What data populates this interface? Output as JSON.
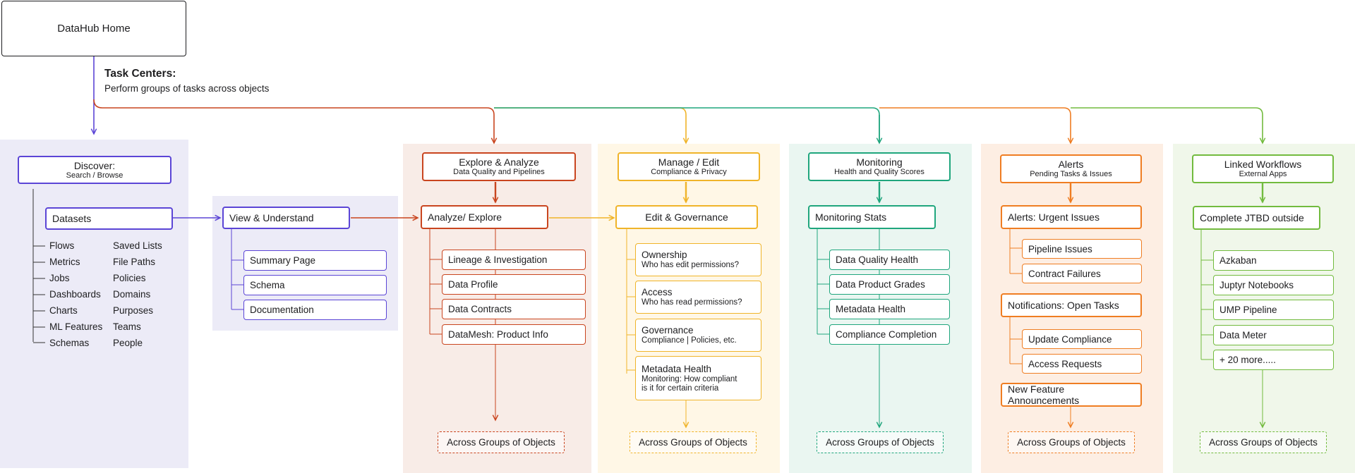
{
  "colors": {
    "discover": "#5b45d6",
    "explore": "#c9451f",
    "manage": "#f0b429",
    "monitoring": "#1fa67d",
    "alerts": "#ef7d22",
    "linked": "#72bb3e",
    "discover_bg": "#ecebf7",
    "explore_bg": "#f8ece7",
    "manage_bg": "#fff7e6",
    "monitoring_bg": "#eaf6f1",
    "alerts_bg": "#fdeee3",
    "linked_bg": "#f0f7ea"
  },
  "home": {
    "label": "DataHub Home"
  },
  "task_centers": {
    "title": "Task Centers:",
    "subtitle": "Perform groups of tasks across objects"
  },
  "discover": {
    "title": "Discover:",
    "subtitle": "Search / Browse",
    "datasets": "Datasets",
    "items_col1": [
      "Flows",
      "Metrics",
      "Jobs",
      "Dashboards",
      "Charts",
      "ML Features",
      "Schemas"
    ],
    "items_col2": [
      "Saved Lists",
      "File Paths",
      "Policies",
      "Domains",
      "Purposes",
      "Teams",
      "People"
    ]
  },
  "view": {
    "title": "View & Understand",
    "items": [
      "Summary Page",
      "Schema",
      "Documentation"
    ]
  },
  "explore": {
    "title": "Explore & Analyze",
    "subtitle": "Data Quality and Pipelines",
    "section": "Analyze/ Explore",
    "items": [
      "Lineage & Investigation",
      "Data Profile",
      "Data Contracts",
      "DataMesh: Product Info"
    ],
    "footer": "Across Groups of Objects"
  },
  "manage": {
    "title": "Manage / Edit",
    "subtitle": "Compliance & Privacy",
    "section": "Edit & Governance",
    "items": [
      {
        "title": "Ownership",
        "subtitle": "Who has edit permissions?"
      },
      {
        "title": "Access",
        "subtitle": "Who has read permissions?"
      },
      {
        "title": "Governance",
        "subtitle": "Compliance | Policies, etc."
      },
      {
        "title": "Metadata Health",
        "subtitle": "Monitoring: How compliant",
        "subtitle2": "is it for certain criteria"
      }
    ],
    "footer": "Across Groups of Objects"
  },
  "monitoring": {
    "title": "Monitoring",
    "subtitle": "Health and Quality Scores",
    "section": "Monitoring Stats",
    "items": [
      "Data Quality Health",
      "Data Product Grades",
      "Metadata Health",
      "Compliance Completion"
    ],
    "footer": "Across Groups of Objects"
  },
  "alerts": {
    "title": "Alerts",
    "subtitle": "Pending Tasks & Issues",
    "section": "Alerts: Urgent Issues",
    "items": [
      "Pipeline Issues",
      "Contract Failures"
    ],
    "section2": "Notifications: Open Tasks",
    "items2": [
      "Update Compliance",
      "Access Requests"
    ],
    "section3": "New Feature Announcements",
    "footer": "Across Groups of Objects"
  },
  "linked": {
    "title": "Linked Workflows",
    "subtitle": "External Apps",
    "section": "Complete JTBD outside",
    "items": [
      "Azkaban",
      "Juptyr Notebooks",
      "UMP Pipeline",
      "Data Meter",
      "+ 20 more....."
    ],
    "footer": "Across Groups of Objects"
  }
}
